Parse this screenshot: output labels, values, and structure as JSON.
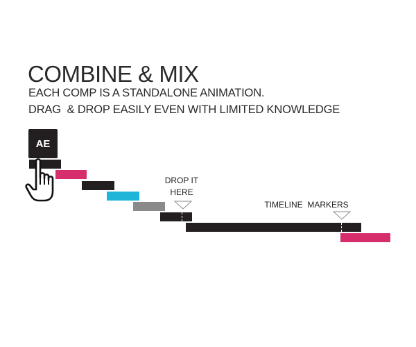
{
  "header": {
    "title": "COMBINE & MIX",
    "line1": "EACH COMP IS A STANDALONE ANIMATION.",
    "line2": "DRAG  & DROP EASILY EVEN WITH LIMITED KNOWLEDGE"
  },
  "ae_icon": {
    "label": "AE",
    "icon": "ae-app-icon"
  },
  "cursor": {
    "icon": "hand-pointer-icon"
  },
  "captions": {
    "drop": "DROP IT\nHERE",
    "markers": "TIMELINE  MARKERS"
  },
  "colors": {
    "black": "#231f20",
    "pink": "#d62e6c",
    "cyan": "#1fb5d8",
    "gray": "#8a8a8a"
  }
}
